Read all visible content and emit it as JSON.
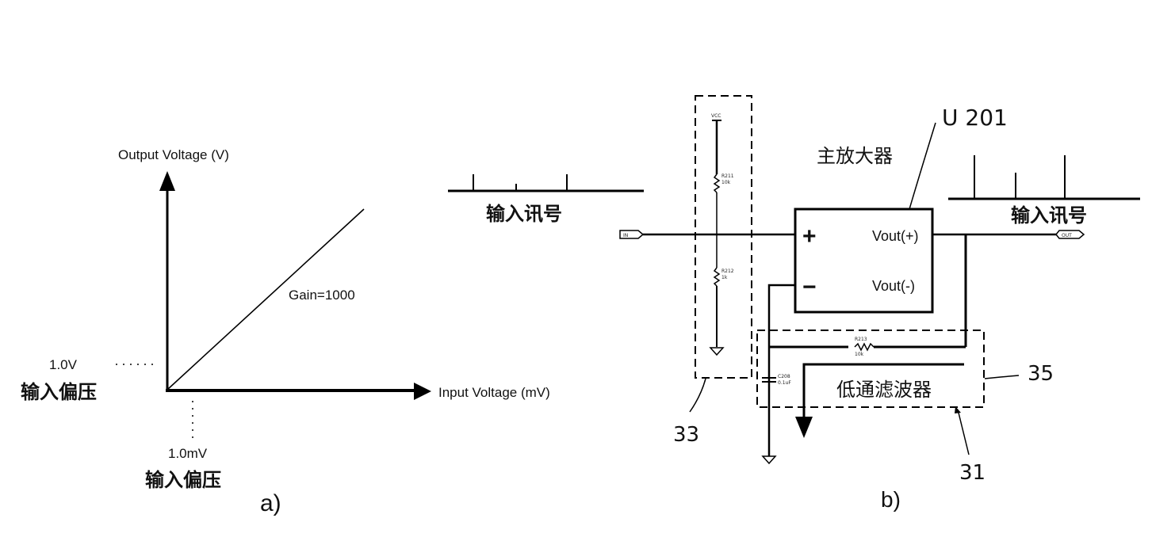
{
  "panel_a": {
    "caption": "a)",
    "y_axis_label": "Output Voltage (V)",
    "x_axis_label": "Input Voltage (mV)",
    "line_label": "Gain=1000",
    "y_offset_value": "1.0V",
    "y_offset_caption": "输入偏压",
    "x_offset_value": "1.0mV",
    "x_offset_caption": "输入偏压"
  },
  "panel_b": {
    "caption": "b)",
    "input_signal_left_label": "输入讯号",
    "input_signal_right_label": "输入讯号",
    "amplifier_label": "主放大器",
    "amplifier_ref": "U 201",
    "plus_pin": "+",
    "minus_pin": "−",
    "vout_plus": "Vout(+)",
    "vout_minus": "Vout(-)",
    "filter_label": "低通滤波器",
    "ref_33": "33",
    "ref_35": "35",
    "ref_31": "31",
    "vcc_label": "VCC",
    "r211_name": "R211",
    "r211_value": "10k",
    "r212_name": "R212",
    "r212_value": "1k",
    "r213_name": "R213",
    "r213_value": "10k",
    "c208_name": "C208",
    "c208_value": "0.1uF",
    "port_in_label": "IN",
    "port_out_label": "OUT"
  }
}
